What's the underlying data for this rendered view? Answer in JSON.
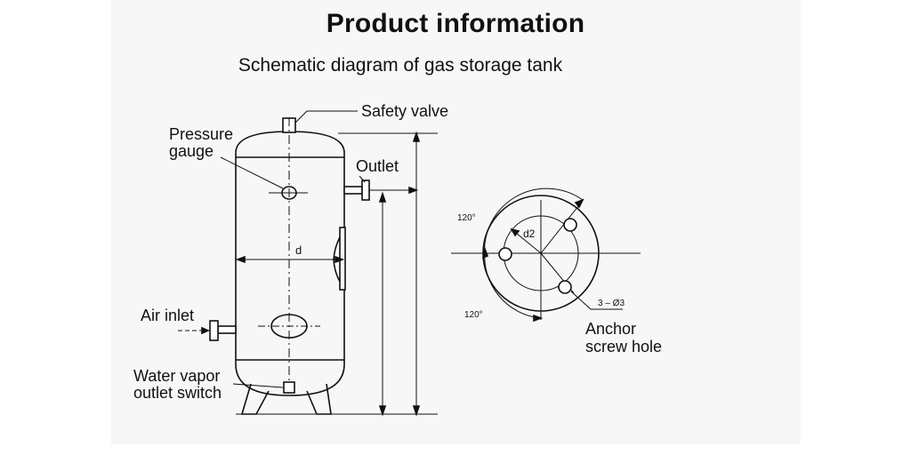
{
  "header": {
    "title": "Product information",
    "subtitle": "Schematic diagram of gas storage tank"
  },
  "labels": {
    "safety_valve": "Safety valve",
    "pressure_gauge_1": "Pressure",
    "pressure_gauge_2": "gauge",
    "outlet": "Outlet",
    "air_inlet": "Air inlet",
    "water_vapor_1": "Water vapor",
    "water_vapor_2": "outlet switch",
    "diameter": "d",
    "bolt_circle": "d2",
    "angle_top": "120°",
    "angle_bottom": "120°",
    "holes": "3 – Ø3",
    "anchor_1": "Anchor",
    "anchor_2": "screw hole"
  }
}
